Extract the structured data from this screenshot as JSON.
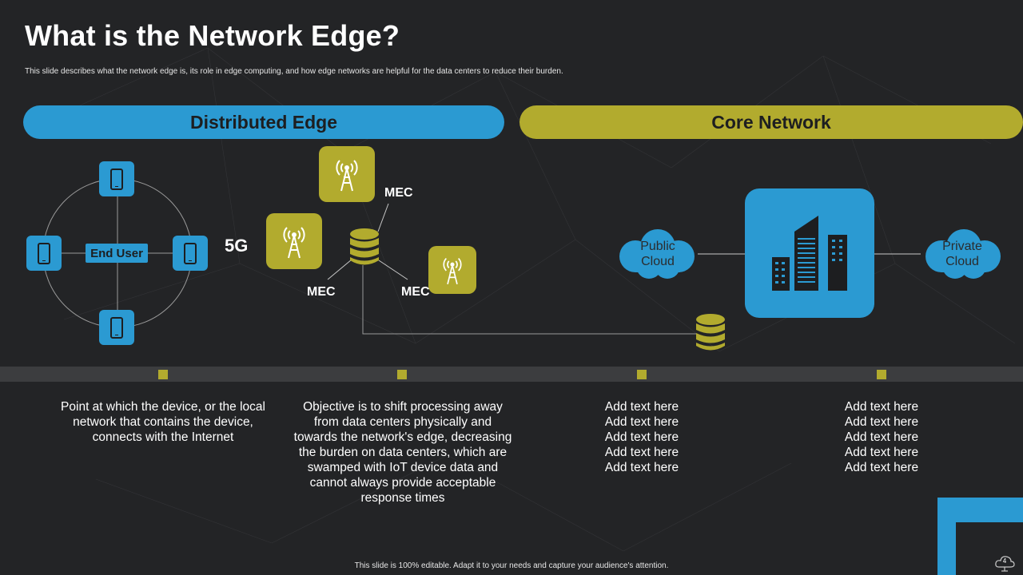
{
  "title": "What is the Network Edge?",
  "subtitle": "This slide describes what the network edge is, its role in  edge computing, and how edge networks are helpful for the data centers to reduce their burden.",
  "sections": {
    "left_label": "Distributed Edge",
    "right_label": "Core Network"
  },
  "diagram": {
    "end_user": "End User",
    "label_5g": "5G",
    "mec_top": "MEC",
    "mec_left": "MEC",
    "mec_right": "MEC",
    "public_cloud_line1": "Public",
    "public_cloud_line2": "Cloud",
    "private_cloud_line1": "Private",
    "private_cloud_line2": "Cloud"
  },
  "descriptions": [
    [
      "Point at which the device, or the local",
      "network that contains the device,",
      "connects with the Internet"
    ],
    [
      "Objective is to shift processing away",
      "from data centers physically and",
      "towards the network's edge, decreasing",
      "the burden on data centers, which are",
      "swamped with IoT device data and",
      "cannot always provide acceptable",
      "response times"
    ],
    [
      "Add text here",
      "Add text here",
      "Add text here",
      "Add text here",
      "Add text here"
    ],
    [
      "Add text here",
      "Add text here",
      "Add text here",
      "Add text here",
      "Add text here"
    ]
  ],
  "footer": "This slide is 100% editable.  Adapt it to your needs and capture your audience's attention.",
  "page_number": "4",
  "colors": {
    "blue": "#2b9ad2",
    "olive": "#b2ab2e",
    "background": "#232426"
  }
}
